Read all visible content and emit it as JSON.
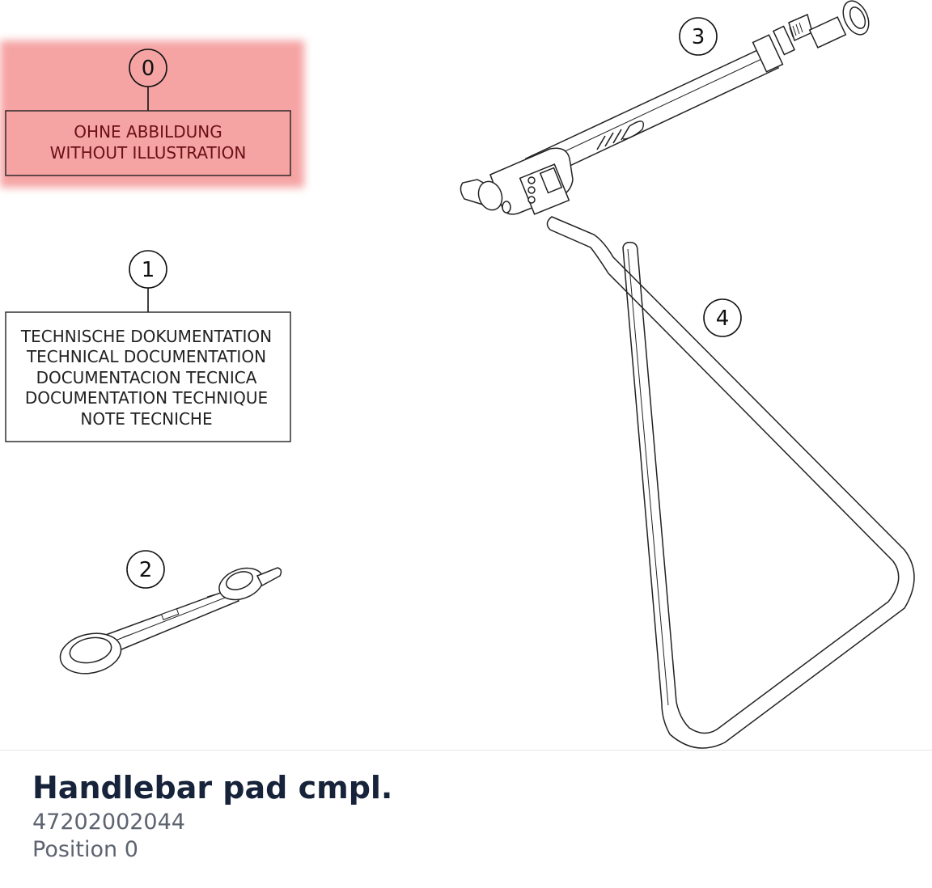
{
  "callouts": {
    "c0": "0",
    "c1": "1",
    "c2": "2",
    "c3": "3",
    "c4": "4"
  },
  "box0": {
    "line1": "OHNE ABBILDUNG",
    "line2": "WITHOUT ILLUSTRATION"
  },
  "box1": {
    "line1": "TECHNISCHE DOKUMENTATION",
    "line2": "TECHNICAL DOCUMENTATION",
    "line3": "DOCUMENTACION TECNICA",
    "line4": "DOCUMENTATION TECHNIQUE",
    "line5": "NOTE TECNICHE"
  },
  "part": {
    "title": "Handlebar pad cmpl.",
    "number": "47202002044",
    "position": "Position 0"
  },
  "colors": {
    "highlight": "#f4a6a6",
    "title": "#16233a",
    "meta": "#5d6470"
  },
  "icons": {
    "item2": "wrench-icon",
    "item3": "tire-pressure-gauge-icon",
    "item4": "stand-bar-icon"
  }
}
